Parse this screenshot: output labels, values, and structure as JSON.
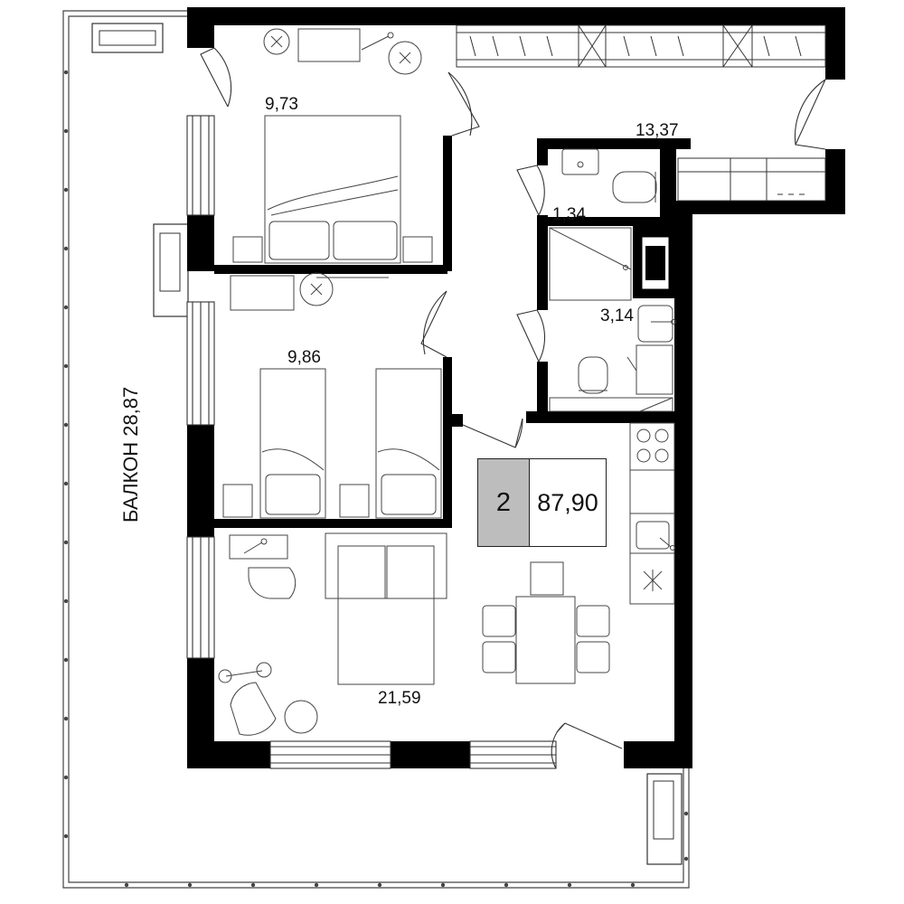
{
  "rooms": {
    "bedroom1_area": "9,73",
    "bedroom2_area": "9,86",
    "living_area": "21,59",
    "loggia_area": "13,37",
    "wc_area": "1,34",
    "bath_area": "3,14",
    "balcony_label": "БАЛКОН 28,87"
  },
  "summary": {
    "room_count": "2",
    "total_area": "87,90"
  },
  "colors": {
    "wall": "#000000",
    "line": "#333333",
    "badge_fill": "#bdbdbd"
  }
}
